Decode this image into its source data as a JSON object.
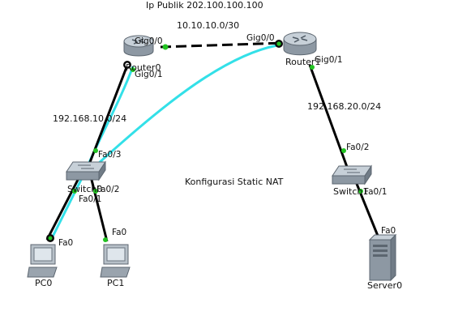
{
  "title": "Ip Publik 202.100.100.100",
  "subtitle": "Konfigurasi Static NAT",
  "networks": {
    "wan": "10.10.10.0/30",
    "lan1": "192.168.10.0/24",
    "lan2": "192.168.20.0/24"
  },
  "devices": {
    "router0": "Router0",
    "router1": "Router1",
    "switch0": "Switch0",
    "switch1": "Switch1",
    "pc0": "PC0",
    "pc1": "PC1",
    "server0": "Server0"
  },
  "ports": {
    "r0_gig00": "Gig0/0",
    "r0_gig01": "Gig0/1",
    "r1_gig00": "Gig0/0",
    "r1_gig01": "Gig0/1",
    "s0_fa03": "Fa0/3",
    "s0_fa02": "Fa0/2",
    "s0_fa01": "Fa0/1",
    "s1_fa02": "Fa0/2",
    "s1_fa01": "Fa0/1",
    "pc0_fa0": "Fa0",
    "pc1_fa0": "Fa0",
    "server_fa0": "Fa0"
  },
  "colors": {
    "link": "#000000",
    "serial_link": "#000000",
    "highlight": "#33e0e8",
    "port_up": "#22c322",
    "device_body": "#8d98a3",
    "device_top": "#c7d0d8"
  }
}
